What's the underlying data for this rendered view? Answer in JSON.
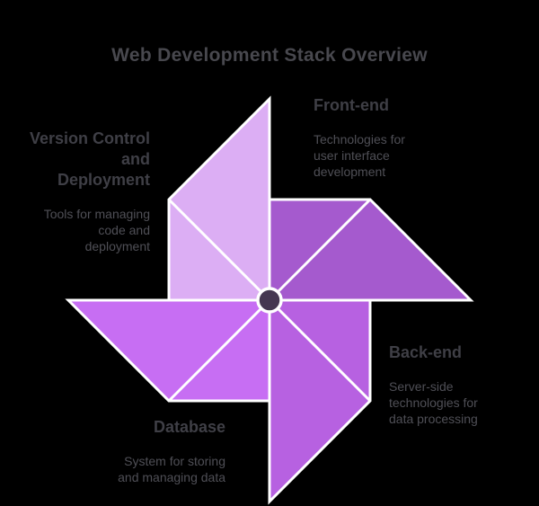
{
  "title": "Web Development Stack Overview",
  "colors": {
    "background": "#000000",
    "title_text": "#48484e",
    "heading_text": "#3f3f46",
    "description_text": "#4f4f56",
    "divider": "#ffffff",
    "center_dot": "#453751"
  },
  "center_dot_color": "#453751",
  "sections": [
    {
      "id": "front-end",
      "label": "Front-end",
      "description": "Technologies for\nuser interface\ndevelopment",
      "color": "#a55ace",
      "position": "top-right"
    },
    {
      "id": "back-end",
      "label": "Back-end",
      "description": "Server-side\ntechnologies for\ndata processing",
      "color": "#b761e1",
      "position": "bottom-right"
    },
    {
      "id": "database",
      "label": "Database",
      "description": "System for storing\nand managing data",
      "color": "#c76ef3",
      "position": "bottom-left"
    },
    {
      "id": "version-control",
      "label": "Version Control\nand\nDeployment",
      "description": "Tools for managing\ncode and\ndeployment",
      "color": "#dcaef4",
      "position": "top-left"
    }
  ]
}
